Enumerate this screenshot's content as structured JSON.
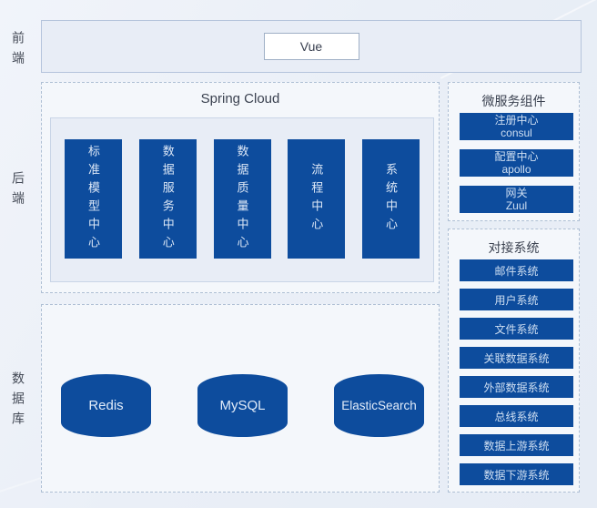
{
  "colors": {
    "primary": "#0d4c9d",
    "panel_fill": "#f4f7fb",
    "band_fill": "#e8edf6"
  },
  "layers": {
    "frontend": {
      "label": "前端",
      "node": "Vue"
    },
    "backend": {
      "label": "后端",
      "spring_cloud": {
        "title": "Spring Cloud",
        "centers": [
          "标准模型中心",
          "数据服务中心",
          "数据质量中心",
          "流程中心",
          "系统中心"
        ]
      },
      "microservices": {
        "title": "微服务组件",
        "items": [
          {
            "name": "注册中心",
            "tech": "consul"
          },
          {
            "name": "配置中心",
            "tech": "apollo"
          },
          {
            "name": "网关",
            "tech": "Zuul"
          }
        ]
      },
      "integrations": {
        "title": "对接系统",
        "items": [
          "邮件系统",
          "用户系统",
          "文件系统",
          "关联数据系统",
          "外部数据系统",
          "总线系统",
          "数据上游系统",
          "数据下游系统"
        ]
      }
    },
    "database": {
      "label": "数据库",
      "stores": [
        "Redis",
        "MySQL",
        "ElasticSearch"
      ]
    }
  }
}
